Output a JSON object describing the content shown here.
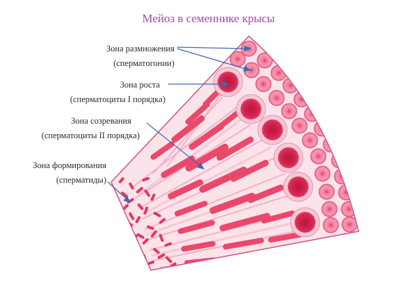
{
  "title": "Мейоз в семеннике крысы",
  "colors": {
    "title": "#a04aa8",
    "tissue_light": "#f6c6d6",
    "tissue_mid": "#ef7fa0",
    "tissue_dark": "#e8385f",
    "nucleus_dark": "#c81e48",
    "pointer_line": "#3a6bb0",
    "outline": "#d25a82"
  },
  "labels": [
    {
      "id": "zone-reproduction",
      "line1": "Зона размножения",
      "line2": "(сперматогонии)"
    },
    {
      "id": "zone-growth",
      "line1": "Зона роста",
      "line2": "(сперматоциты I порядка)"
    },
    {
      "id": "zone-maturation",
      "line1": "Зона созревания",
      "line2": "(сперматоциты II порядка)"
    },
    {
      "id": "zone-formation",
      "line1": "Зона формирования",
      "line2": "(сперматиды)"
    }
  ]
}
